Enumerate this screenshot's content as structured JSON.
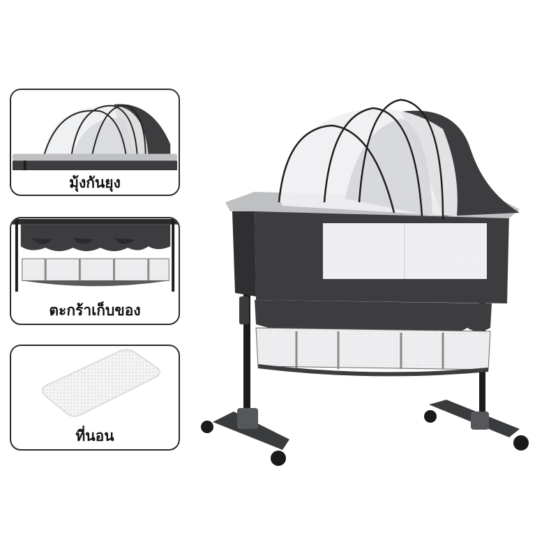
{
  "features": [
    {
      "label": "มุ้งกันยุง"
    },
    {
      "label": "ตะกร้าเก็บของ"
    },
    {
      "label": "ที่นอน"
    }
  ],
  "colors": {
    "fabric": "#3d3d40",
    "fabric_dark": "#2a2a2c",
    "rim": "#bfc0c2",
    "mesh": "#e9eaec",
    "frame": "#1c1c1c",
    "border": "#2a2a2a"
  }
}
